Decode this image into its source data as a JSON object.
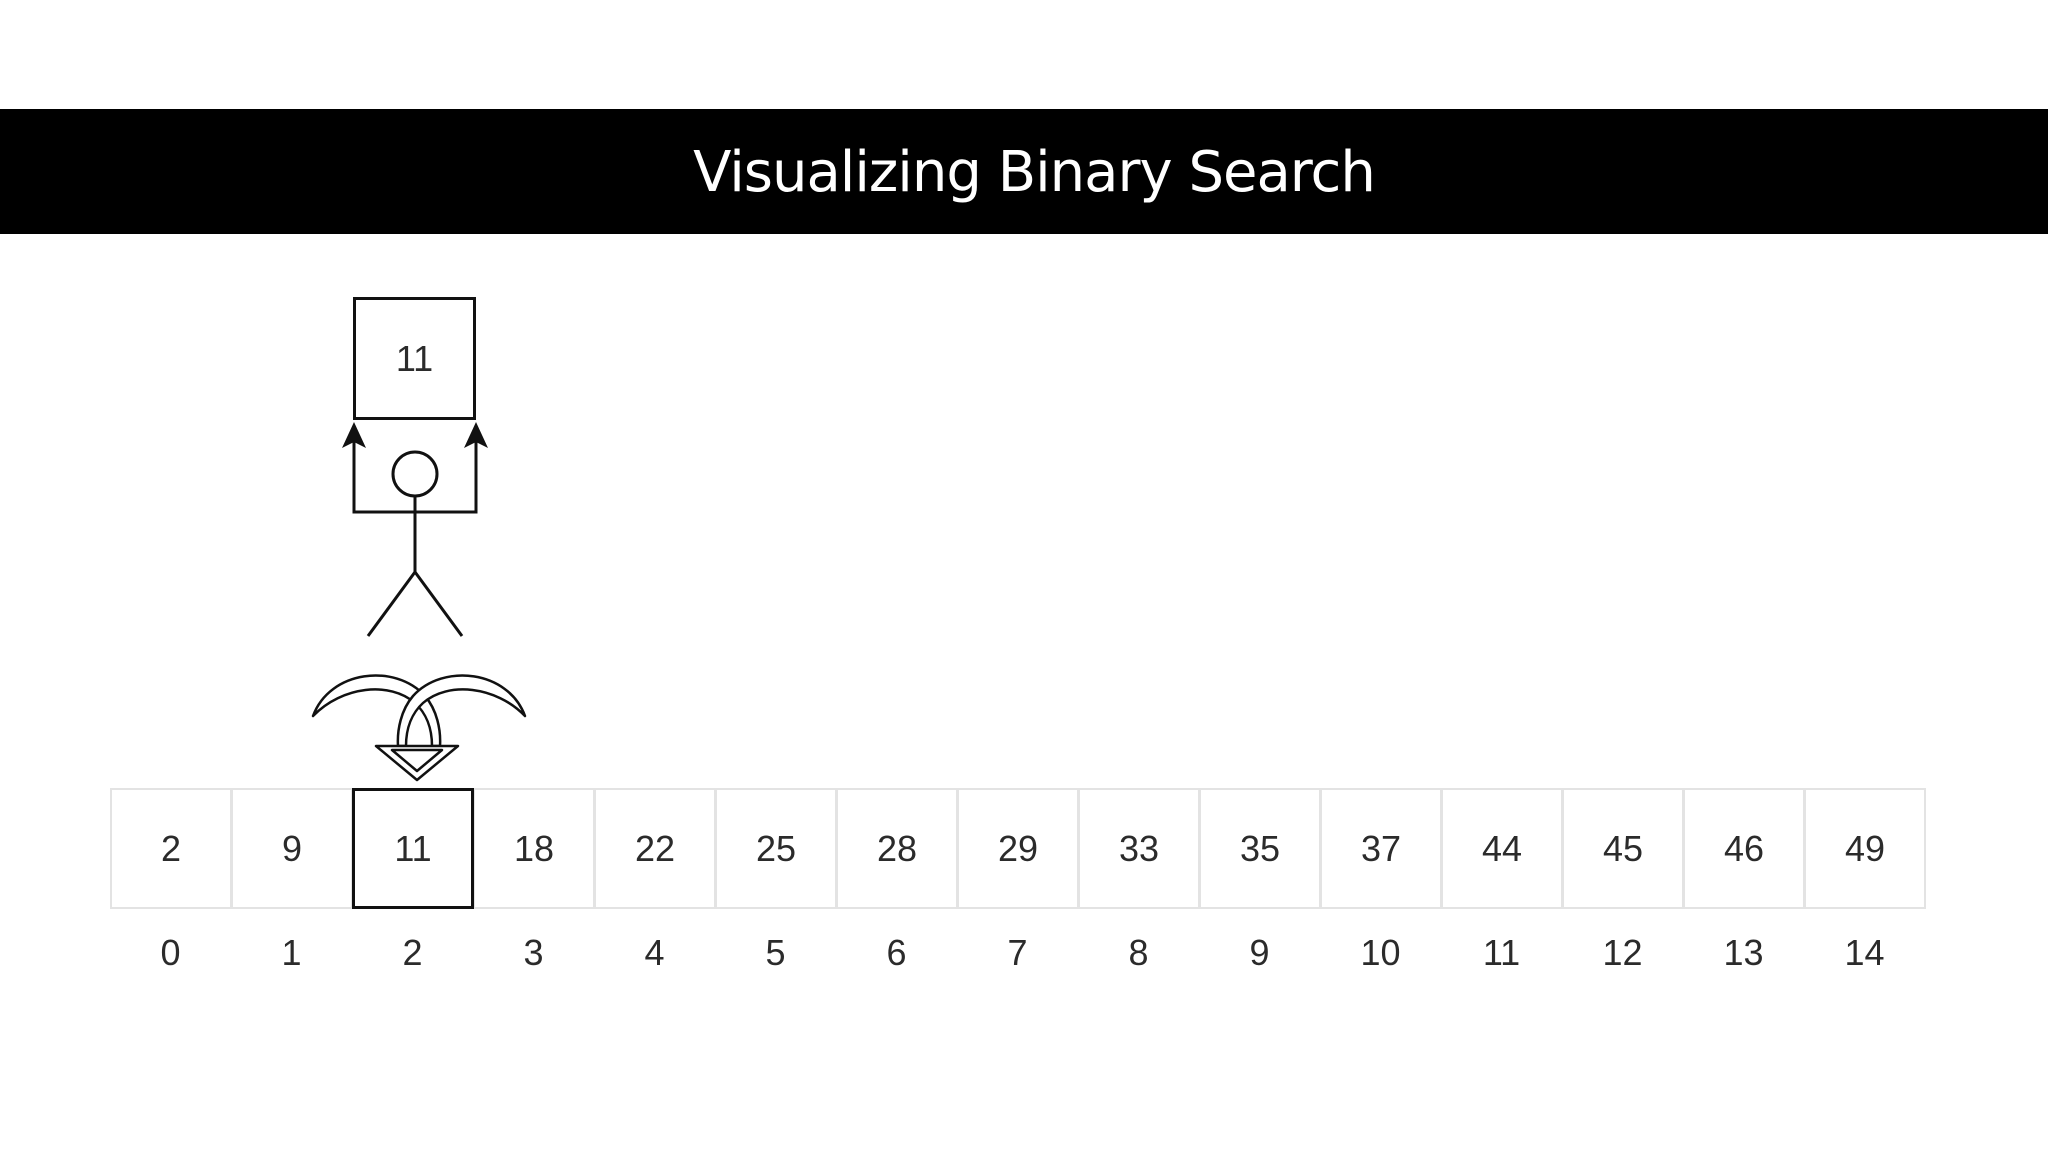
{
  "title": "Visualizing Binary Search",
  "held_value": "11",
  "array": {
    "values": [
      "2",
      "9",
      "11",
      "18",
      "22",
      "25",
      "28",
      "29",
      "33",
      "35",
      "37",
      "44",
      "45",
      "46",
      "49"
    ],
    "indices": [
      "0",
      "1",
      "2",
      "3",
      "4",
      "5",
      "6",
      "7",
      "8",
      "9",
      "10",
      "11",
      "12",
      "13",
      "14"
    ],
    "highlighted_index": 2
  },
  "icons": {
    "figure": "stick-figure-icon",
    "pick": "pick-up-arrows-icon"
  }
}
